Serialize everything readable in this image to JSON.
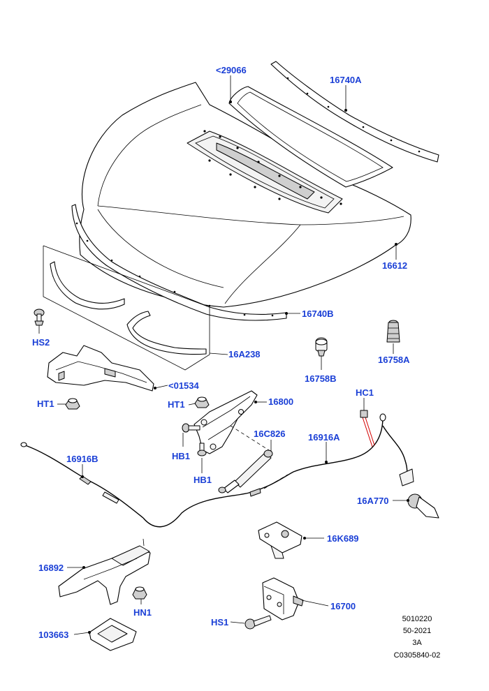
{
  "callouts": {
    "c29066": "<29066",
    "c16740A": "16740A",
    "c16612": "16612",
    "c16740B": "16740B",
    "cHS2": "HS2",
    "c16A238": "16A238",
    "c16758B": "16758B",
    "c16758A": "16758A",
    "c01534": "<01534",
    "cHT1a": "HT1",
    "cHT1b": "HT1",
    "c16800": "16800",
    "cHC1": "HC1",
    "c16C826": "16C826",
    "c16916A": "16916A",
    "c16916B": "16916B",
    "cHB1a": "HB1",
    "cHB1b": "HB1",
    "c16A770": "16A770",
    "c16K689": "16K689",
    "c16892": "16892",
    "cHN1": "HN1",
    "c16700": "16700",
    "cHS1": "HS1",
    "c103663": "103663"
  },
  "reference_block": {
    "line1": "5010220",
    "line2": "50-2021",
    "line3": "3A",
    "line4": "C0305840-02"
  },
  "colors": {
    "callout_text": "#1a3fd6",
    "line_art": "#000000",
    "harness_red": "#d40000"
  }
}
